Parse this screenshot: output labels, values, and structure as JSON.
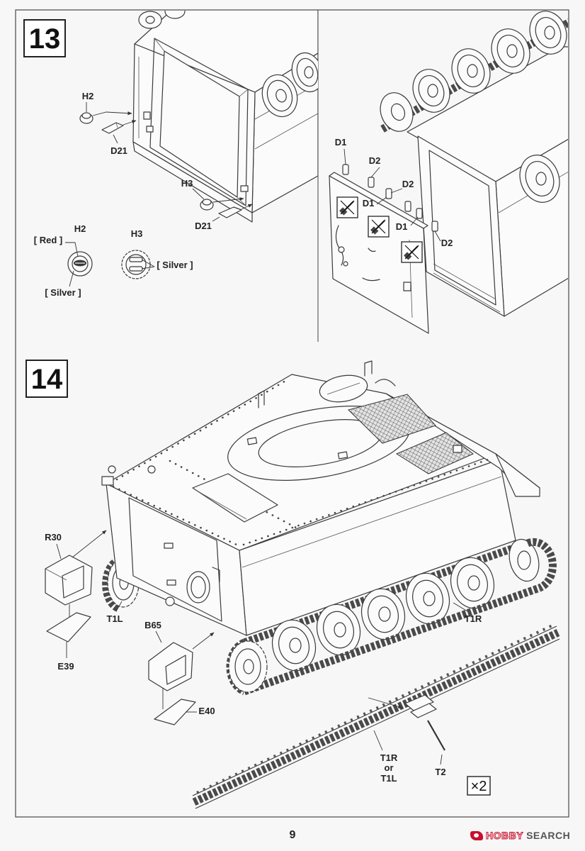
{
  "page": {
    "number": "9"
  },
  "watermark": {
    "brand_left": "HOBBY",
    "brand_right": "SEARCH",
    "logo_icon": "hobby-search-logo-icon",
    "accent_color": "#c8102e"
  },
  "colors": {
    "ink": "#3a3a3a",
    "paper": "#f7f7f7"
  },
  "step13": {
    "number": "13",
    "parts": {
      "h2": "H2",
      "d21_upper": "D21",
      "h3": "H3",
      "d21_lower": "D21"
    },
    "paint_guide": {
      "h2": "H2",
      "h2_top_color": "[ Red ]",
      "h2_bottom_color": "[ Silver ]",
      "h3": "H3",
      "h3_color": "[ Silver ]"
    },
    "ramp_parts": [
      "D1",
      "D2",
      "D2",
      "D1",
      "D1",
      "D2"
    ],
    "no_glue_icon": "no-glue-icon"
  },
  "step14": {
    "number": "14",
    "parts": {
      "r30": "R30",
      "t1l": "T1L",
      "e39": "E39",
      "b65": "B65",
      "e40": "E40",
      "t1r": "T1R",
      "t2": "T2"
    },
    "track_choice": [
      "T1R",
      "or",
      "T1L"
    ],
    "quantity": "×2"
  }
}
